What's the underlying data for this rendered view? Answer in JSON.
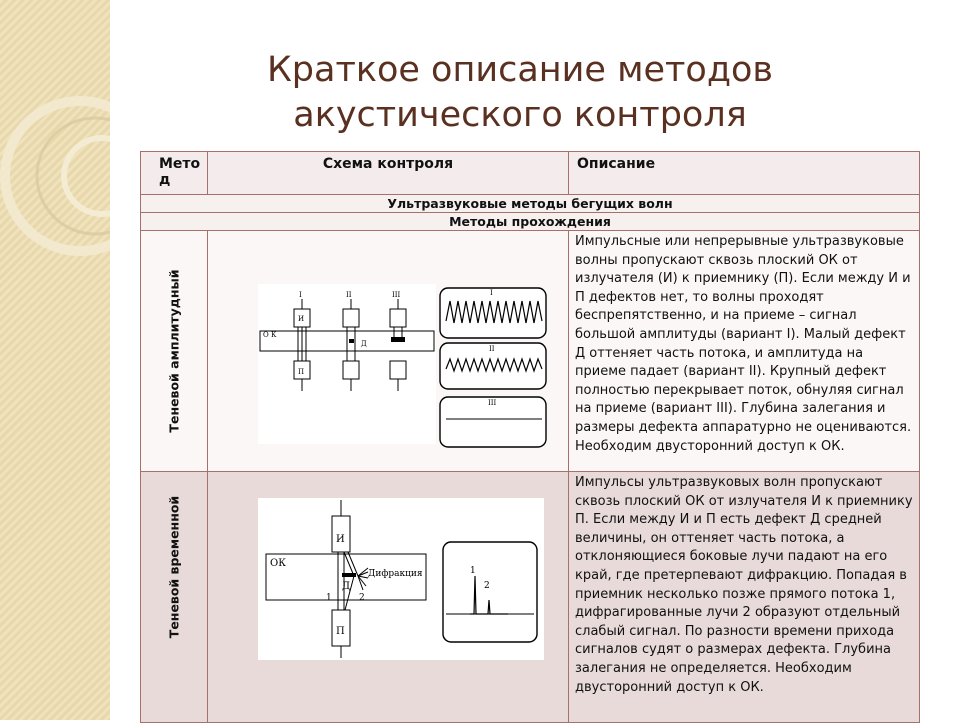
{
  "title": "Краткое описание методов акустического контроля",
  "table": {
    "headers": {
      "method": "Мето д",
      "scheme": "Схема контроля",
      "description": "Описание"
    },
    "section_1": "Ультразвуковые методы бегущих волн",
    "section_2": "Методы прохождения",
    "rows": [
      {
        "method": "Теневой амплитудный",
        "description": "Импульсные или непрерывные ультразвуковые волны пропускают сквозь плоский ОК от излучателя (И) к приемнику (П). Если между И и П дефектов нет, то волны проходят беспрепятственно, и на приеме – сигнал большой амплитуды (вариант I). Малый дефект Д оттеняет часть потока, и амплитуда на приеме падает (вариант II). Крупный дефект полностью перекрывает поток, обнуляя сигнал на приеме (вариант III). Глубина залегания и размеры дефекта аппаратурно не оцениваются. Необходим двусторонний доступ к ОК.",
        "diagram": {
          "variants": [
            "I",
            "II",
            "III"
          ],
          "object_label": "О К",
          "defect_label": "Д",
          "emitter_label": "И",
          "receiver_label": "П"
        }
      },
      {
        "method": "Теневой временной",
        "description": "Импульсы ультразвуковых волн пропускают сквозь плоский ОК от излучателя И к приемнику П. Если между И и П есть дефект Д средней величины, он оттеняет часть потока, а отклоняющиеся боковые лучи падают на его край, где претерпевают дифракцию. Попадая в приемник несколько позже прямого потока 1, дифрагированные лучи 2 образуют отдельный слабый сигнал. По разности времени прихода сигналов судят о размерах дефекта. Глубина залегания не определяется. Необходим двусторонний доступ к ОК.",
        "diagram": {
          "emitter_label": "И",
          "receiver_label": "П",
          "object_label": "ОК",
          "defect_label": "Д",
          "diffraction_label": "Дифракция",
          "ray_1": "1",
          "ray_2": "2",
          "signal_1": "1",
          "signal_2": "2"
        }
      }
    ]
  }
}
